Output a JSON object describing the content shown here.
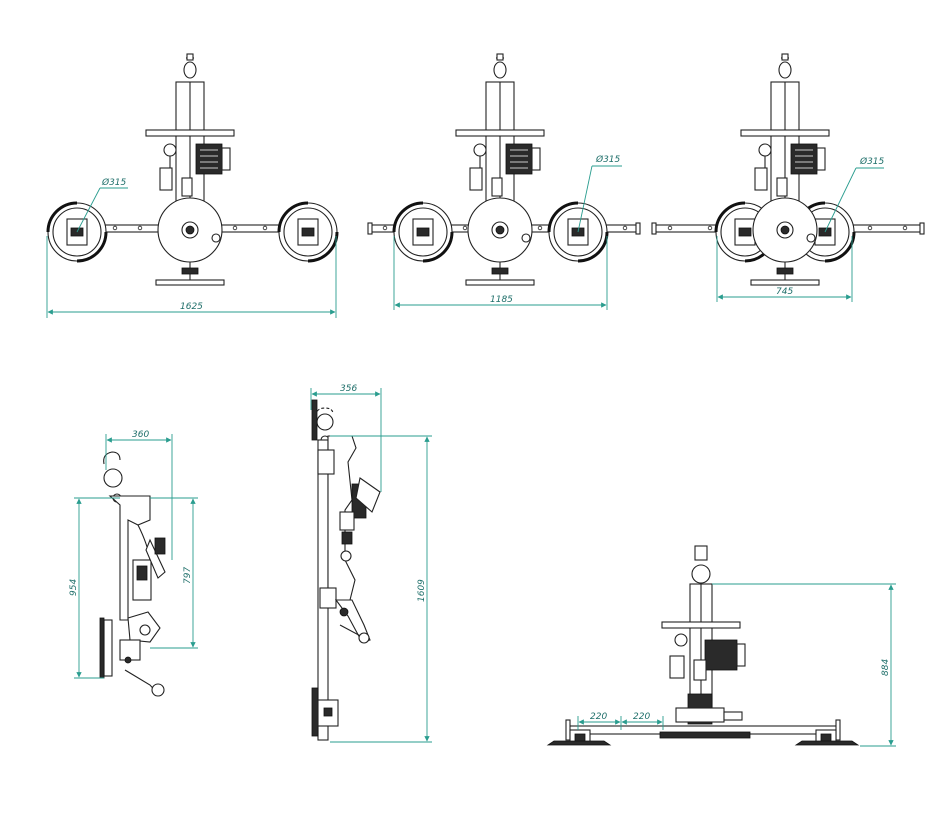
{
  "dimensions": {
    "view1_diameter": "Ø315",
    "view1_width": "1625",
    "view2_diameter": "Ø315",
    "view2_width": "1185",
    "view3_diameter": "Ø315",
    "view3_width": "745",
    "side1_depth": "360",
    "side1_height_outer": "954",
    "side1_height_inner": "797",
    "side2_depth": "356",
    "side2_height": "1609",
    "front_spacing_1": "220",
    "front_spacing_2": "220",
    "front_height": "884"
  },
  "colors": {
    "line": "#222222",
    "dimension": "#2a9d8f"
  }
}
